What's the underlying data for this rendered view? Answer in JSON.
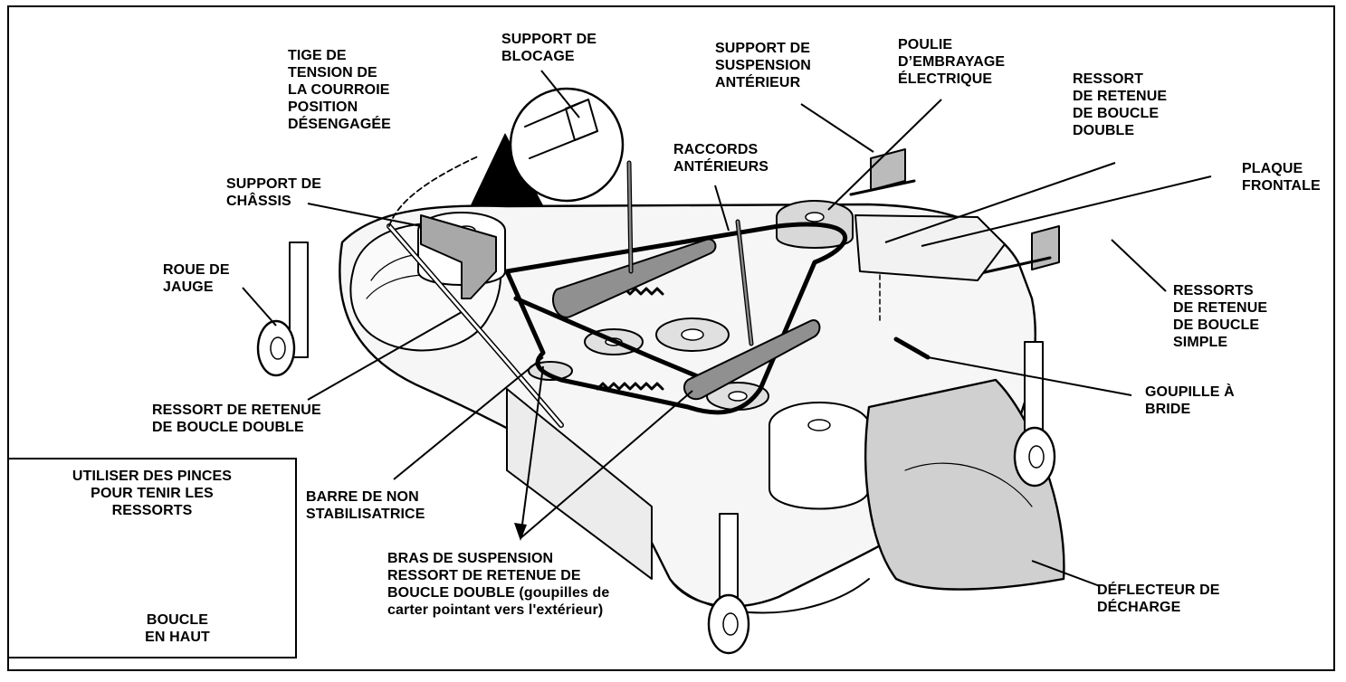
{
  "labels": {
    "tige_tension": "TIGE DE\nTENSION DE\nLA COURROIE\nPOSITION\nDÉSENGAGÉE",
    "support_blocage": "SUPPORT DE\nBLOCAGE",
    "support_suspension": "SUPPORT DE\nSUSPENSION\nANTÉRIEUR",
    "poulie_embrayage": "POULIE\nD’EMBRAYAGE\nÉLECTRIQUE",
    "ressort_boucle_double_top": "RESSORT\nDE RETENUE\nDE BOUCLE\nDOUBLE",
    "plaque_frontale": "PLAQUE\nFRONTALE",
    "raccords": "RACCORDS\nANTÉRIEURS",
    "support_chassis": "SUPPORT DE\nCHÂSSIS",
    "roue_jauge": "ROUE DE\nJAUGE",
    "ressorts_simple": "RESSORTS\nDE RETENUE\nDE BOUCLE\nSIMPLE",
    "goupille": "GOUPILLE À\nBRIDE",
    "ressort_boucle_double_left": "RESSORT DE RETENUE\nDE BOUCLE DOUBLE",
    "barre": "BARRE DE NON\nSTABILISATRICE",
    "bras": "BRAS DE SUSPENSION\nRESSORT DE RETENUE DE\nBOUCLE DOUBLE (goupilles de\ncarter pointant vers l'extérieur)",
    "deflecteur": "DÉFLECTEUR DE\nDÉCHARGE"
  },
  "inset": {
    "title": "UTILISER DES PINCES\nPOUR TENIR LES\nRESSORTS",
    "boucle": "BOUCLE\nEN HAUT"
  }
}
